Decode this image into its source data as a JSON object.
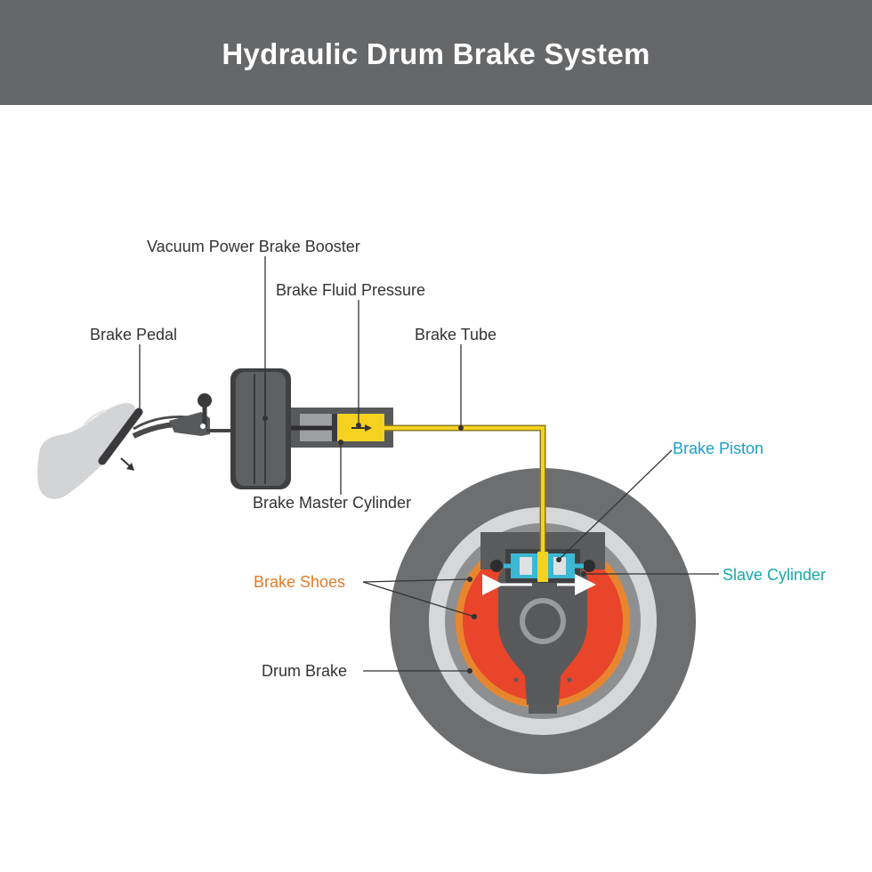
{
  "title": "Hydraulic Drum Brake System",
  "colors": {
    "header_bg": "#666769",
    "label_dark": "#333333",
    "label_blue": "#1a9fc9",
    "label_teal": "#17a8a8",
    "label_orange": "#e07b2a",
    "fluid_yellow": "#f5d21f",
    "shoe_red": "#e8452a",
    "shoe_orange": "#e8862f",
    "drum_dark": "#6d6e70",
    "drum_light": "#d6d7d8"
  },
  "labels": {
    "vacuum_booster": "Vacuum Power Brake Booster",
    "fluid_pressure": "Brake Fluid Pressure",
    "brake_pedal": "Brake Pedal",
    "brake_tube": "Brake Tube",
    "brake_piston": "Brake Piston",
    "master_cylinder": "Brake Master Cylinder",
    "brake_shoes": "Brake Shoes",
    "slave_cylinder": "Slave Cylinder",
    "drum_brake": "Drum Brake"
  }
}
